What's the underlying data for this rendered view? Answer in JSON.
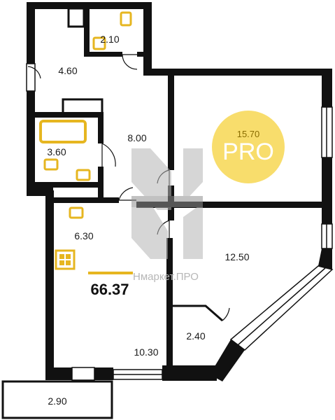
{
  "rooms": [
    {
      "id": "bath-small",
      "label": "2.10"
    },
    {
      "id": "corridor-top",
      "label": "4.60"
    },
    {
      "id": "bath-main",
      "label": "3.60"
    },
    {
      "id": "hall",
      "label": "8.00"
    },
    {
      "id": "bedroom-top",
      "label": "15.70"
    },
    {
      "id": "kitchen-corner",
      "label": "6.30"
    },
    {
      "id": "living-room",
      "label": "12.50"
    },
    {
      "id": "wardrobe",
      "label": "2.40"
    },
    {
      "id": "kitchen-room",
      "label": "10.30"
    },
    {
      "id": "balcony",
      "label": "2.90"
    }
  ],
  "total_area": "66.37",
  "badge": {
    "small": "15.70",
    "big": "PRO",
    "color": "#f8dd6c"
  },
  "watermark": {
    "text": "Нмаркет.ПРО"
  },
  "colors": {
    "wall": "#111111",
    "accent": "#e6b620",
    "window": "#ffffff",
    "watermark": "#b5b5b5"
  }
}
